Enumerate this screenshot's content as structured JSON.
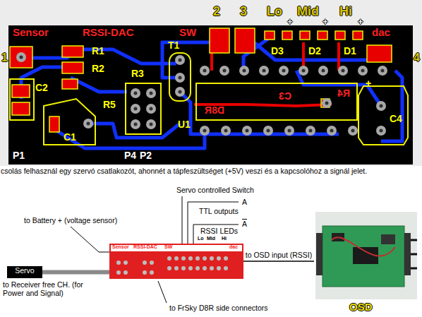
{
  "diagram": {
    "caption": "csolás felhasznál egy szervó csatlakozót, ahonnét a tápfeszültséget (+5V) veszi és a kapcsolóhoz a signál jelet.",
    "nodes": [
      {
        "text": [
          "Servo"
        ]
      },
      {
        "text": [
          "Sensor",
          "RSSI-DAC",
          "SW",
          "dac"
        ]
      },
      {
        "text": [
          "OSD"
        ]
      }
    ],
    "edges": [
      {
        "from": 0,
        "to": 1,
        "arrow": "none"
      },
      {
        "from": 1,
        "to": 2,
        "arrow": "none",
        "label": "to OSD input (RSSI)"
      }
    ],
    "labels": [
      "Sensor",
      "RSSI-DAC",
      "SW",
      "2",
      "3",
      "Lo",
      "Mid",
      "Hi",
      "+",
      "+",
      "+",
      "dac",
      "1",
      "4",
      "R1",
      "R2",
      "T1",
      "D3",
      "D2",
      "D1",
      "R3",
      "R5",
      "C2",
      "+",
      "C3",
      "R4",
      "D8R",
      "C4",
      "U1",
      "C1",
      "P1",
      "P4",
      "P2",
      "Servo controlled Switch",
      "A",
      "TTL outputs",
      "A",
      "RSSI LEDs",
      "Lo",
      "Mid",
      "Hi",
      "to Battery + (voltage sensor)",
      "to Receiver free CH. (for Power and Signal)",
      "to FrSky D8R side connectors"
    ]
  }
}
